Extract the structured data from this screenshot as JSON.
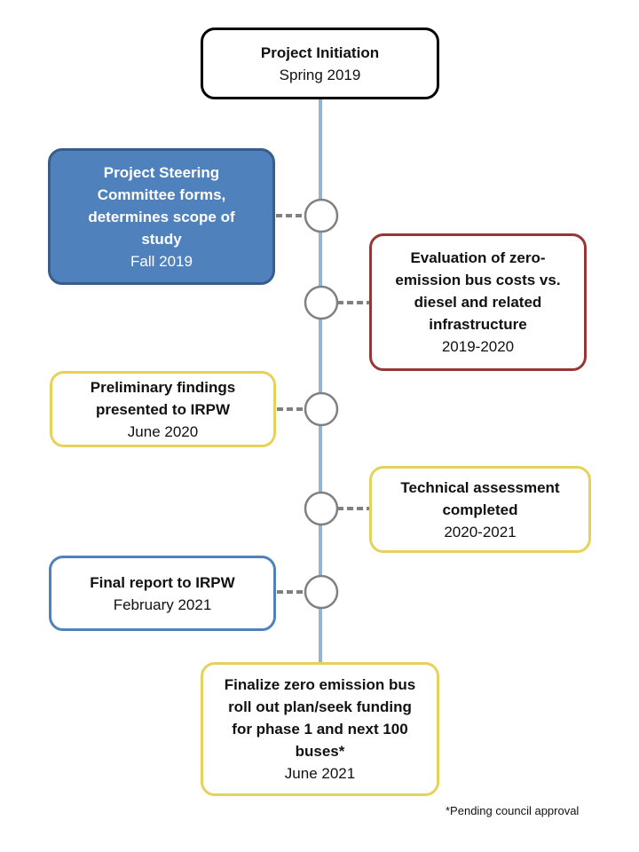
{
  "colors": {
    "timeline_line": "#95b3d7",
    "connector": "#808080",
    "node_stroke": "#808080",
    "black_border": "#000000",
    "blue_fill": "#4f81bd",
    "blue_border": "#385d8a",
    "red_border": "#953735",
    "yellow_border": "#e6d25a",
    "blue_outline": "#4f81bd"
  },
  "milestones": [
    {
      "id": "initiation",
      "title": "Project  Initiation",
      "date": "Spring 2019",
      "style": "black"
    },
    {
      "id": "steering",
      "title": "Project Steering\nCommittee forms,\ndetermines scope of\nstudy",
      "date": "Fall 2019",
      "style": "blue-filled"
    },
    {
      "id": "evaluation",
      "title": "Evaluation  of zero-\nemission bus costs vs.\ndiesel and related\ninfrastructure",
      "date": "2019-2020",
      "style": "red"
    },
    {
      "id": "preliminary",
      "title": "Preliminary  findings\npresented to IRPW",
      "date": "June 2020",
      "style": "yellow"
    },
    {
      "id": "technical",
      "title": "Technical assessment\ncompleted",
      "date": "2020-2021",
      "style": "yellow"
    },
    {
      "id": "final",
      "title": "Final report to  IRPW",
      "date": "February 2021",
      "style": "blue-outline"
    },
    {
      "id": "finalize",
      "title": "Finalize zero emission bus\nroll out plan/seek funding\nfor phase 1 and next 100\nbuses*",
      "date": "June 2021",
      "style": "yellow"
    }
  ],
  "footnote": "*Pending council approval"
}
